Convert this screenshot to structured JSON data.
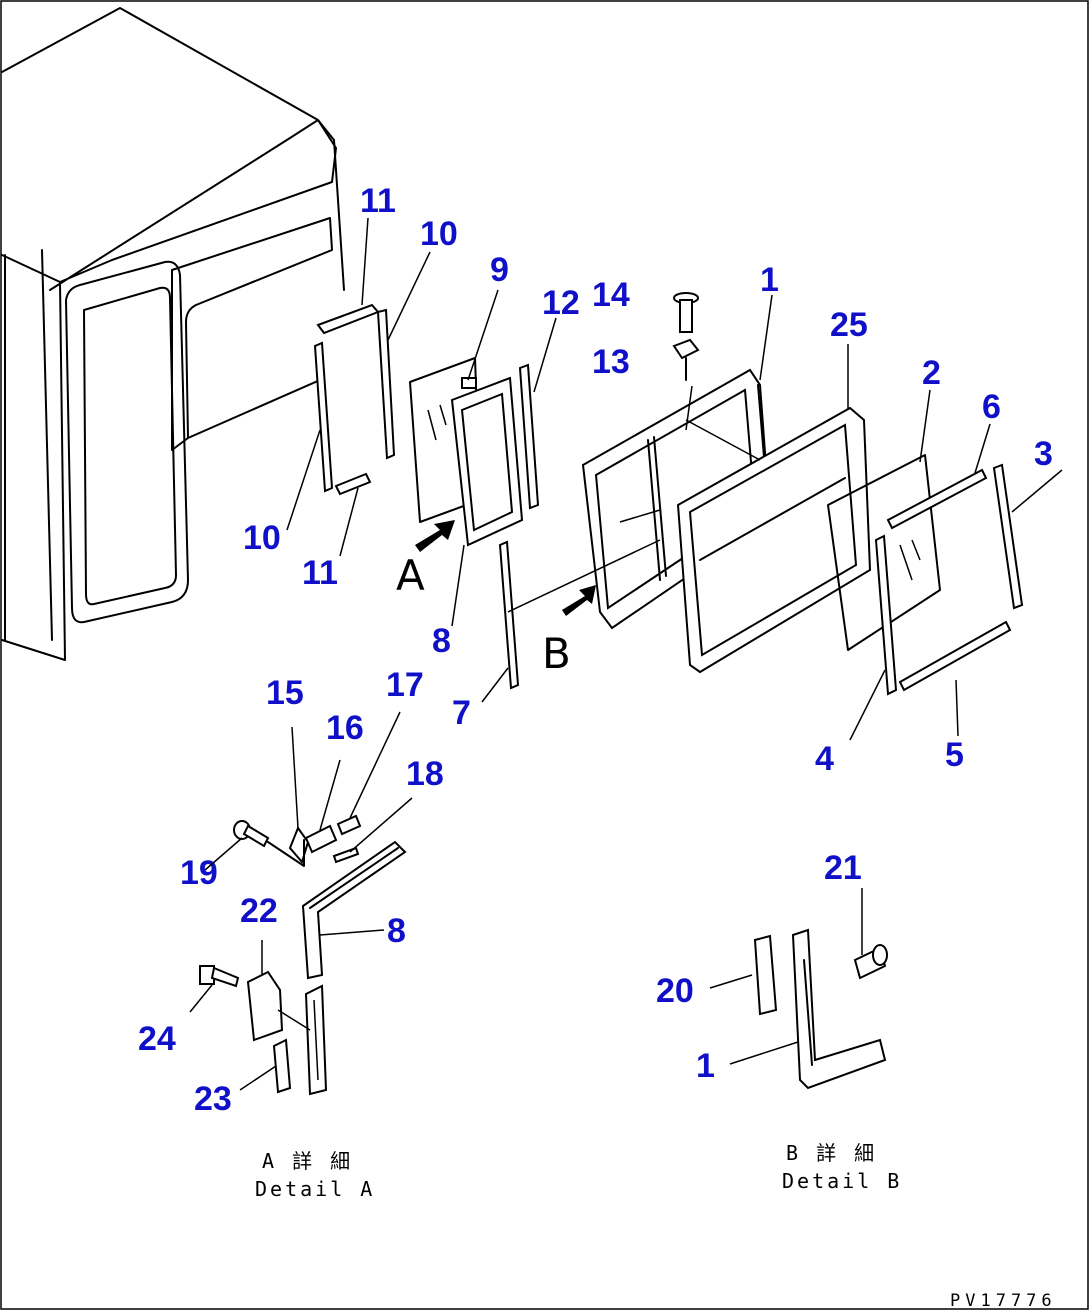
{
  "callouts": [
    {
      "id": "c1",
      "label": "1"
    },
    {
      "id": "c1b",
      "label": "1"
    },
    {
      "id": "c2",
      "label": "2"
    },
    {
      "id": "c3",
      "label": "3"
    },
    {
      "id": "c4",
      "label": "4"
    },
    {
      "id": "c5",
      "label": "5"
    },
    {
      "id": "c6",
      "label": "6"
    },
    {
      "id": "c7",
      "label": "7"
    },
    {
      "id": "c8",
      "label": "8"
    },
    {
      "id": "c8b",
      "label": "8"
    },
    {
      "id": "c9",
      "label": "9"
    },
    {
      "id": "c10a",
      "label": "10"
    },
    {
      "id": "c10b",
      "label": "10"
    },
    {
      "id": "c11a",
      "label": "11"
    },
    {
      "id": "c11b",
      "label": "11"
    },
    {
      "id": "c12",
      "label": "12"
    },
    {
      "id": "c13",
      "label": "13"
    },
    {
      "id": "c14",
      "label": "14"
    },
    {
      "id": "c15",
      "label": "15"
    },
    {
      "id": "c16",
      "label": "16"
    },
    {
      "id": "c17",
      "label": "17"
    },
    {
      "id": "c18",
      "label": "18"
    },
    {
      "id": "c19",
      "label": "19"
    },
    {
      "id": "c20",
      "label": "20"
    },
    {
      "id": "c21",
      "label": "21"
    },
    {
      "id": "c22",
      "label": "22"
    },
    {
      "id": "c23",
      "label": "23"
    },
    {
      "id": "c24",
      "label": "24"
    },
    {
      "id": "c25",
      "label": "25"
    }
  ],
  "view_markers": {
    "a": "A",
    "b": "B"
  },
  "detail_a": {
    "jp": "A 詳 細",
    "en": "Detail A"
  },
  "detail_b": {
    "jp": "B 詳 細",
    "en": "Detail B"
  },
  "drawing_code": "PV17776",
  "colors": {
    "callout": "#1010c8",
    "line": "#000000",
    "background": "#ffffff"
  }
}
